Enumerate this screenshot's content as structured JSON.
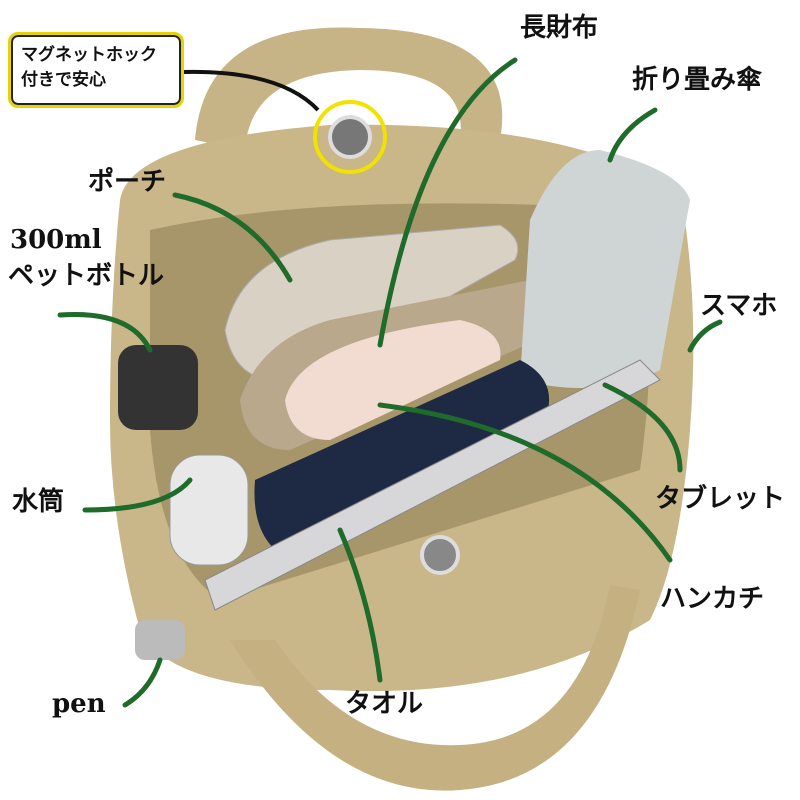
{
  "callout": {
    "line1": "マグネットホック",
    "line2": "付きで安心"
  },
  "labels": {
    "long_wallet": "長財布",
    "folding_umbrella": "折り畳み傘",
    "pouch": "ポーチ",
    "bottle_line1": "300ml",
    "bottle_line2": "ペットボトル",
    "smartphone": "スマホ",
    "water_bottle": "水筒",
    "tablet": "タブレット",
    "handkerchief": "ハンカチ",
    "pen": "pen",
    "towel": "タオル"
  },
  "colors": {
    "bag": "#c9b689",
    "bag_inner": "#a8966b",
    "leader": "#1e6b2a",
    "highlight": "#f2e200"
  }
}
